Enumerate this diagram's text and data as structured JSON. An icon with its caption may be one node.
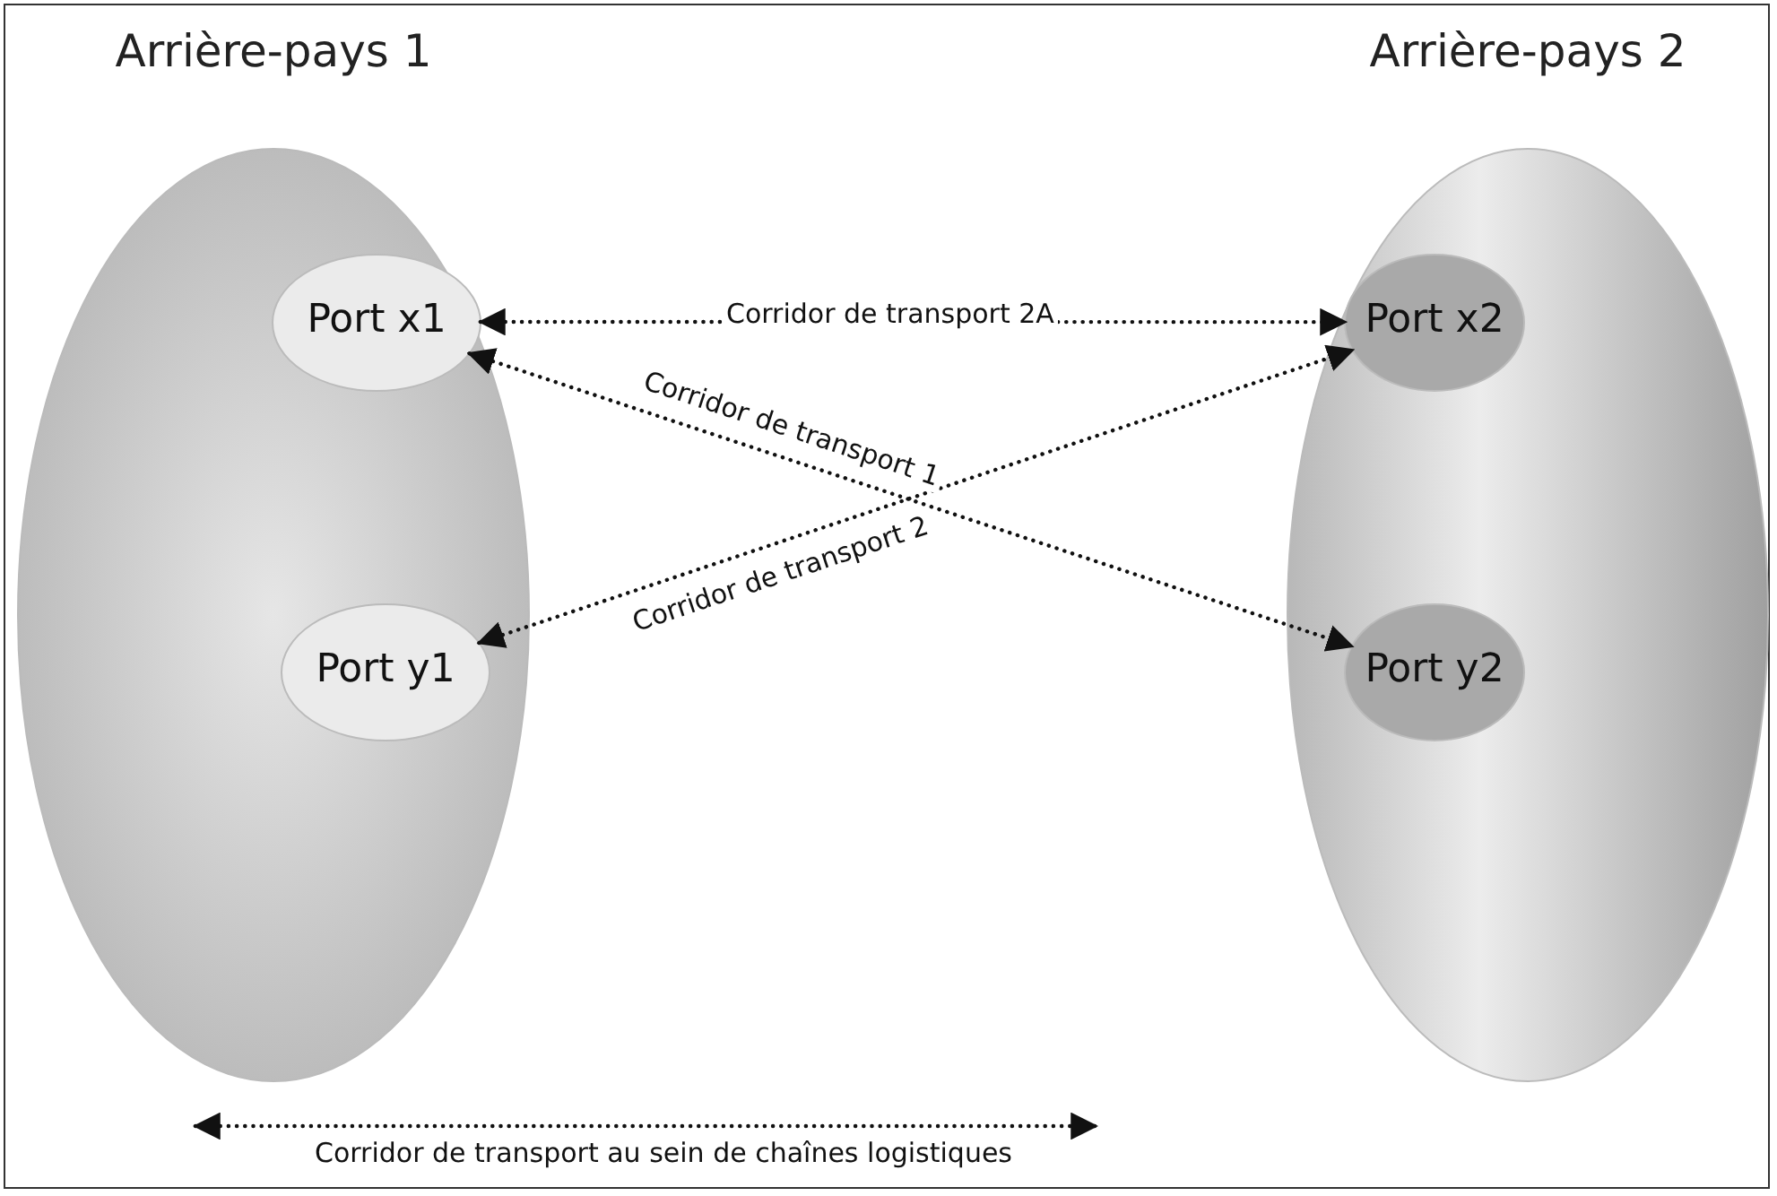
{
  "diagram": {
    "nodes": [
      {
        "text": [
          "Arrière-pays 1"
        ]
      },
      {
        "text": [
          "Port x1"
        ],
        "in": 0
      },
      {
        "text": [
          "Port y1"
        ],
        "in": 0
      },
      {
        "text": [
          "Arrière-pays 2"
        ]
      },
      {
        "text": [
          "Port x2"
        ],
        "in": 3
      },
      {
        "text": [
          "Port y2"
        ],
        "in": 3
      }
    ],
    "edges": [
      {
        "from": 1,
        "to": 4,
        "arrow": "both",
        "label": "Corridor de transport 2A",
        "style": "dashed"
      },
      {
        "from": 1,
        "to": 5,
        "arrow": "both",
        "label": "Corridor de transport 1",
        "style": "dashed"
      },
      {
        "from": 2,
        "to": 4,
        "arrow": "both",
        "label": "Corridor de transport 2",
        "style": "dashed"
      }
    ],
    "legend": [
      {
        "text": "Corridor de transport au sein de chaînes logistiques"
      }
    ]
  }
}
